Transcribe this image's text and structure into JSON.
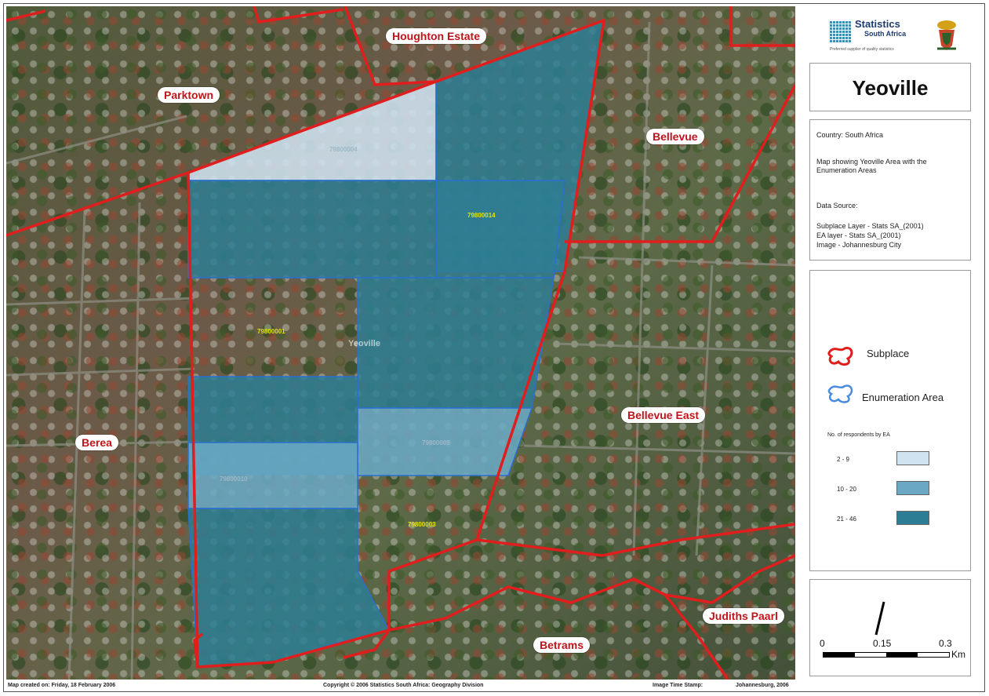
{
  "map": {
    "places": [
      {
        "id": "houghton-estate",
        "name": "Houghton Estate"
      },
      {
        "id": "parktown",
        "name": "Parktown"
      },
      {
        "id": "bellevue",
        "name": "Bellevue"
      },
      {
        "id": "berea",
        "name": "Berea"
      },
      {
        "id": "bellevue-east",
        "name": "Bellevue East"
      },
      {
        "id": "judiths-paarl",
        "name": "Judiths Paarl"
      },
      {
        "id": "betrams",
        "name": "Betrams"
      }
    ],
    "center_label": "Yeoville",
    "ea_codes": [
      "79800001",
      "79800003",
      "79800004",
      "79800009",
      "79800010",
      "79800014"
    ],
    "colors": {
      "subplace_boundary": "#e01e1e",
      "ea_boundary": "#2b6fcf",
      "class_low": "#cfe3f0",
      "class_mid": "#6aa8c4",
      "class_high": "#2d7e94"
    }
  },
  "panel": {
    "org_name_line1": "Statistics",
    "org_name_line2": "South Africa",
    "org_tagline": "Preferred supplier of quality statistics",
    "title": "Yeoville",
    "country": "Country: South Africa",
    "description": "Map showing Yeoville Area with the Enumeration Areas",
    "data_source_heading": "Data Source:",
    "source_subplace": "Subplace Layer - Stats SA_(2001)",
    "source_ea": "EA layer - Stats SA_(2001)",
    "source_image": "Image - Johannesburg City",
    "legend_subplace": "Subplace",
    "legend_ea": "Enumeration Area",
    "class_heading": "No. of respondents by EA",
    "classes": [
      {
        "label": "2 - 9",
        "color": "#cfe3f0"
      },
      {
        "label": "10 - 20",
        "color": "#6aa8c4"
      },
      {
        "label": "21 - 46",
        "color": "#2d7e94"
      }
    ],
    "scale_labels": [
      "0",
      "0.15",
      "0.3"
    ],
    "scale_unit": "Km"
  },
  "footer": {
    "created": "Map created on: Friday, 18 February 2006",
    "copyright": "Copyright © 2006 Statistics South Africa: Geography Division",
    "image_timestamp": "Image Time Stamp:",
    "image_source": "Johannesburg, 2006"
  }
}
